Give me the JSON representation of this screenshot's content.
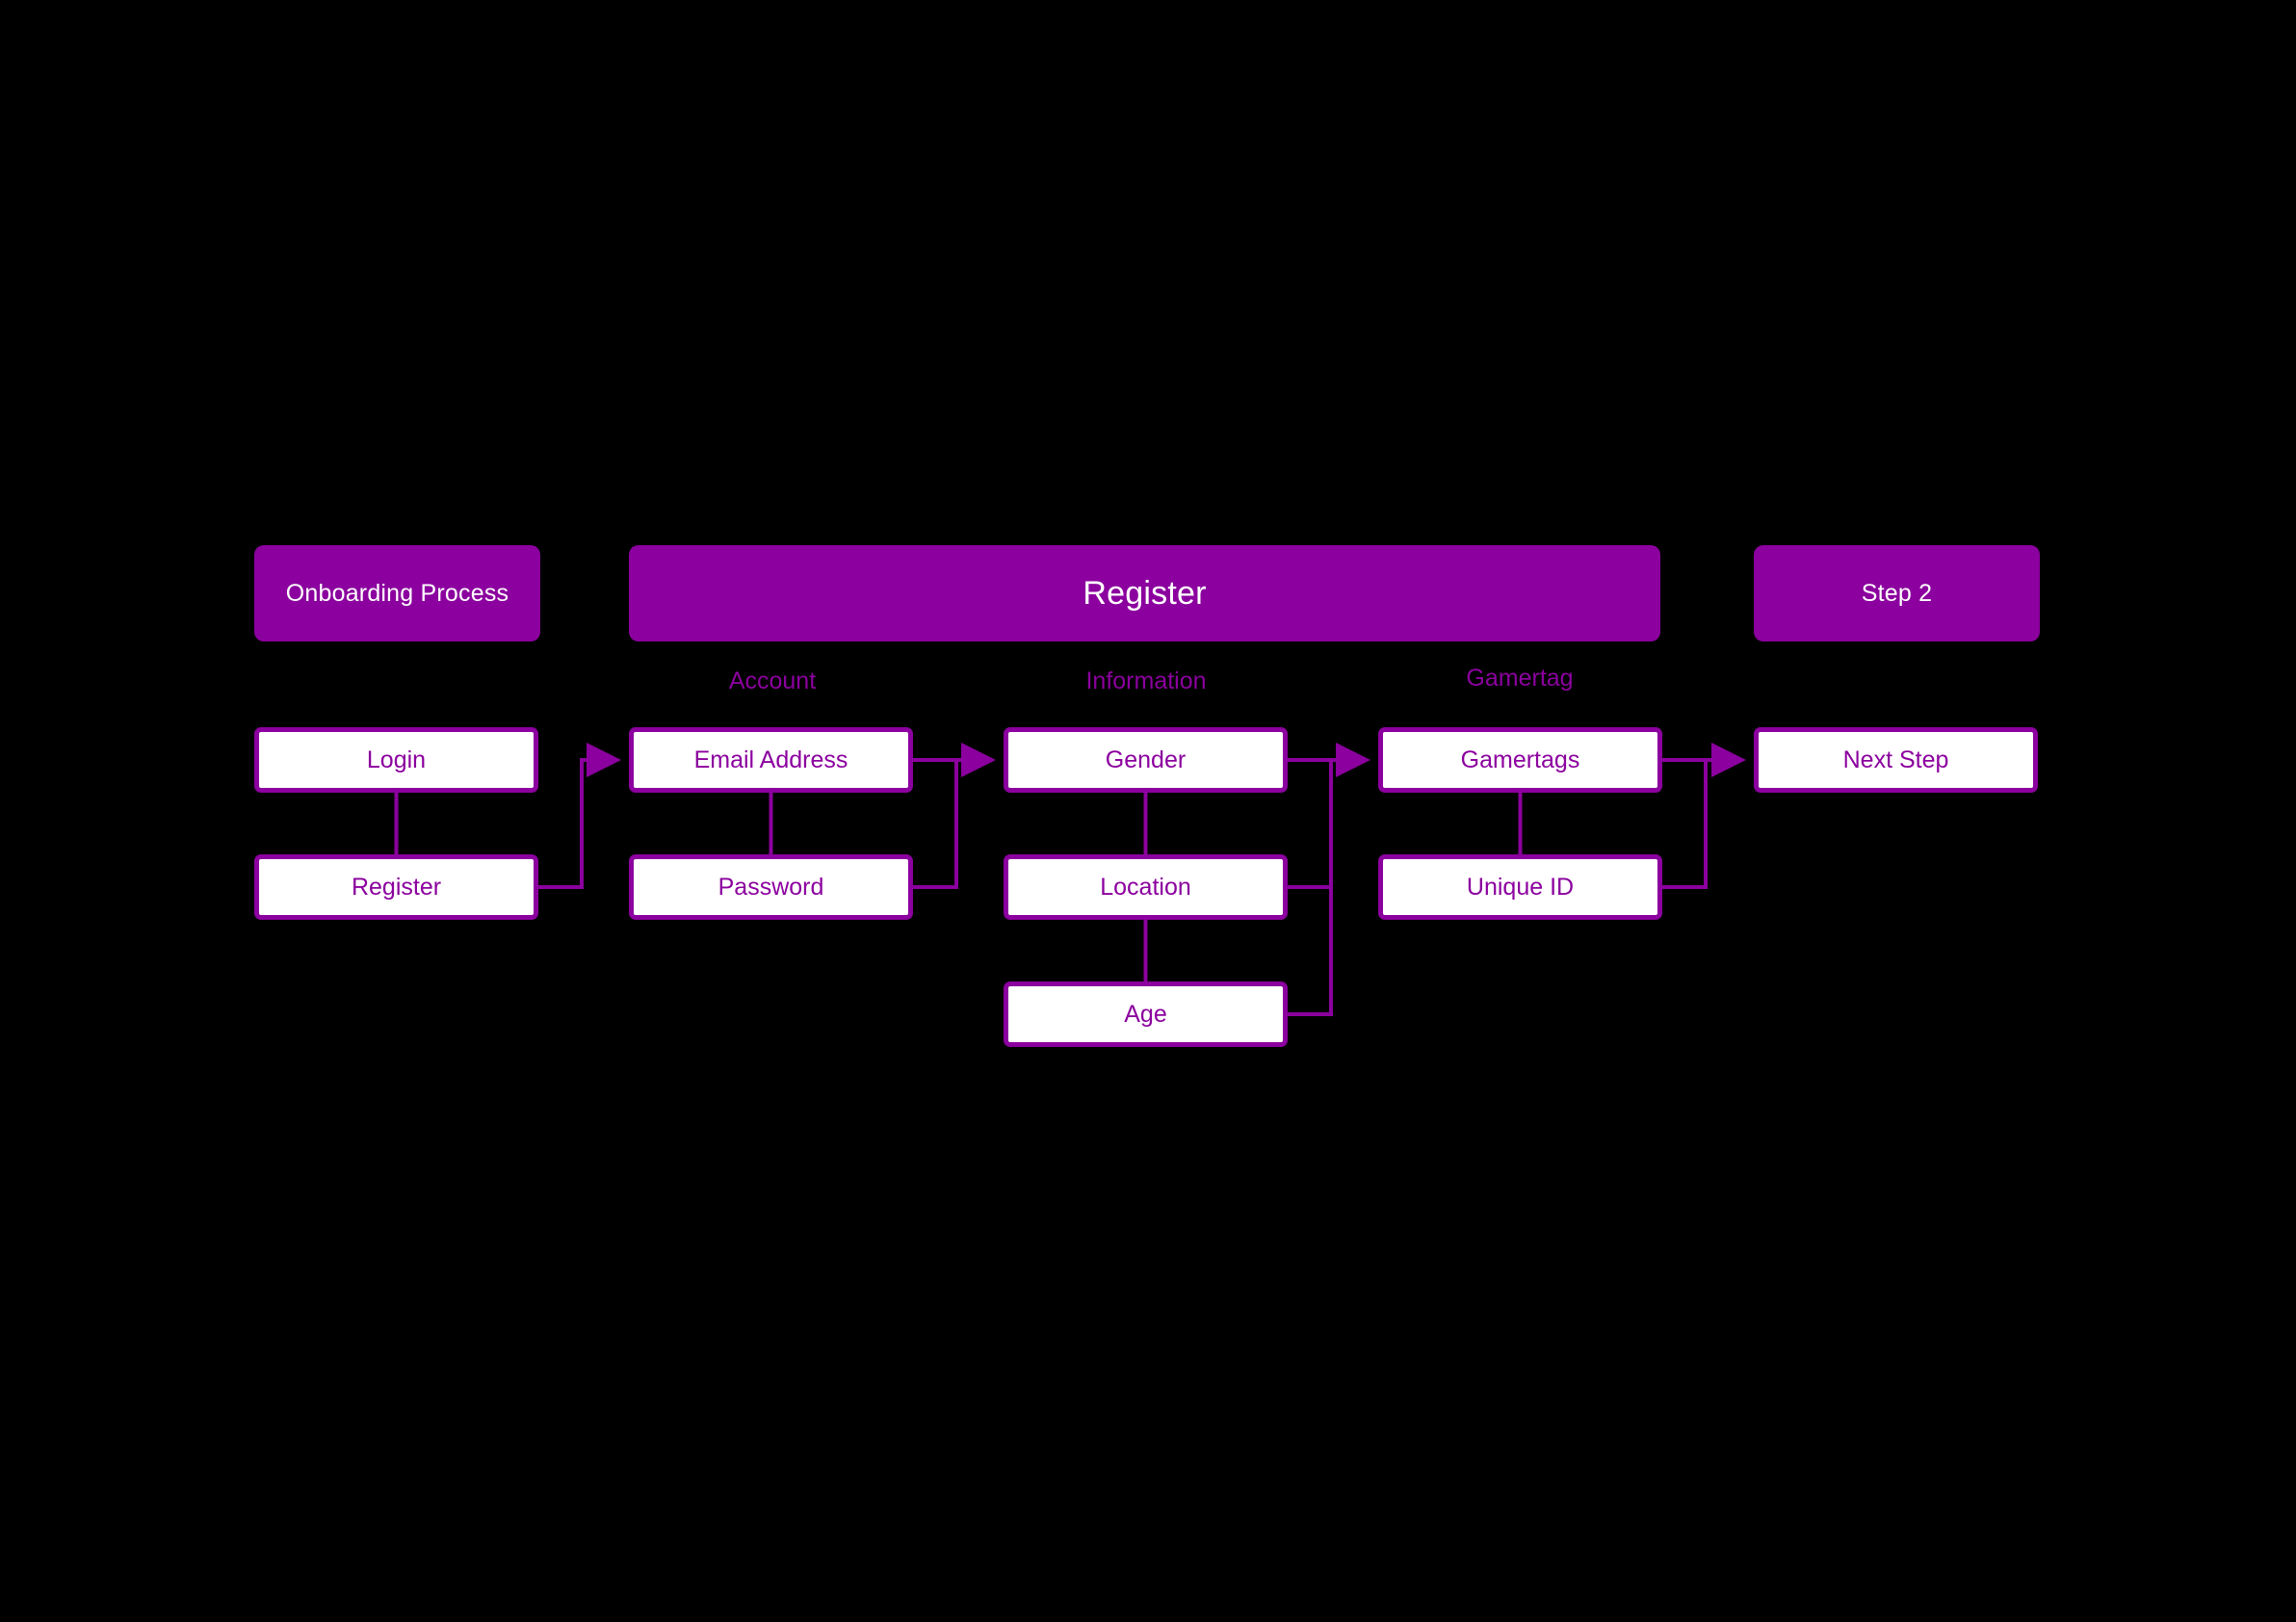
{
  "diagram": {
    "title": "Onboarding Process",
    "background_color": "#000000",
    "accent_color": "#8B009E",
    "node_fill_color": "#FFFFFF",
    "banner_text_color": "#FFFFFF"
  },
  "banners": {
    "onboarding": "Onboarding Process",
    "register": "Register",
    "step": "Step 2"
  },
  "group_captions": {
    "account": "Account",
    "information": "Information",
    "gamertag": "Gamertag"
  },
  "nodes": {
    "login": "Login",
    "register": "Register",
    "email": "Email Address",
    "password": "Password",
    "gender": "Gender",
    "location": "Location",
    "age": "Age",
    "gamertags": "Gamertags",
    "unique_id": "Unique ID",
    "next_step": "Next Step"
  },
  "chart_data": {
    "type": "diagram",
    "title": "Onboarding Process",
    "columns": [
      {
        "id": "entry",
        "banner": "Onboarding Process",
        "caption": "",
        "nodes": [
          "Login",
          "Register"
        ]
      },
      {
        "id": "account",
        "banner": "Register",
        "caption": "Account",
        "nodes": [
          "Email Address",
          "Password"
        ]
      },
      {
        "id": "information",
        "banner": "Register",
        "caption": "Information",
        "nodes": [
          "Gender",
          "Location",
          "Age"
        ]
      },
      {
        "id": "gamertag",
        "banner": "Register",
        "caption": "Gamertag",
        "nodes": [
          "Gamertags",
          "Unique ID"
        ]
      },
      {
        "id": "step2",
        "banner": "Step 2",
        "caption": "",
        "nodes": [
          "Next Step"
        ]
      }
    ],
    "edges": [
      {
        "from": "Login",
        "to": "Register",
        "style": "plain-vertical"
      },
      {
        "from": "Register",
        "to": "Email Address",
        "style": "arrow"
      },
      {
        "from": "Email Address",
        "to": "Password",
        "style": "plain-vertical"
      },
      {
        "from": "Email Address",
        "to": "Gender",
        "style": "arrow"
      },
      {
        "from": "Password",
        "to": "Gender",
        "style": "arrow"
      },
      {
        "from": "Gender",
        "to": "Location",
        "style": "plain-vertical"
      },
      {
        "from": "Location",
        "to": "Age",
        "style": "plain-vertical"
      },
      {
        "from": "Gender",
        "to": "Gamertags",
        "style": "arrow"
      },
      {
        "from": "Location",
        "to": "Gamertags",
        "style": "arrow"
      },
      {
        "from": "Age",
        "to": "Gamertags",
        "style": "arrow"
      },
      {
        "from": "Gamertags",
        "to": "Unique ID",
        "style": "plain-vertical"
      },
      {
        "from": "Gamertags",
        "to": "Next Step",
        "style": "arrow"
      },
      {
        "from": "Unique ID",
        "to": "Next Step",
        "style": "arrow"
      }
    ]
  }
}
